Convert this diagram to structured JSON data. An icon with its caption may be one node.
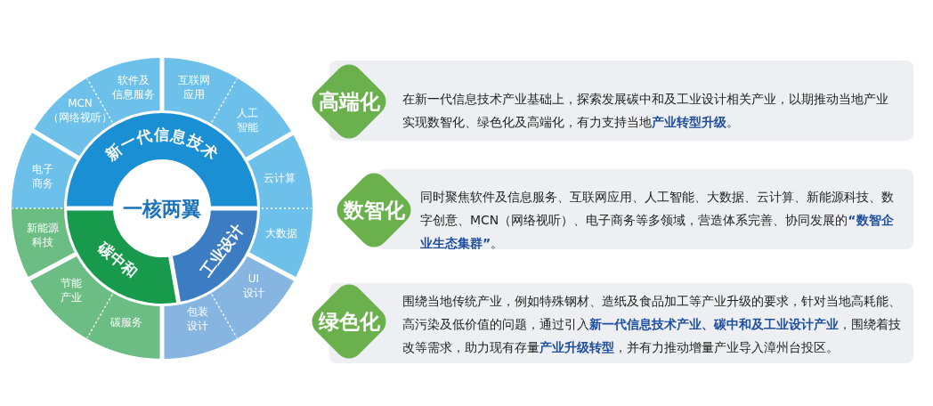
{
  "diagram": {
    "nodes": [
      {
        "text": [
          "一核两翼"
        ]
      },
      {
        "text": [
          "新一代信息技术"
        ]
      },
      {
        "text": [
          "工业设计"
        ]
      },
      {
        "text": [
          "碳中和"
        ]
      },
      {
        "text": [
          "软件及信息服务"
        ]
      },
      {
        "text": [
          "互联网应用"
        ]
      },
      {
        "text": [
          "人工智能"
        ]
      },
      {
        "text": [
          "云计算"
        ]
      },
      {
        "text": [
          "大数据"
        ]
      },
      {
        "text": [
          "UI设计"
        ]
      },
      {
        "text": [
          "包装设计"
        ]
      },
      {
        "text": [
          "碳服务"
        ]
      },
      {
        "text": [
          "节能产业"
        ]
      },
      {
        "text": [
          "新能源科技"
        ]
      },
      {
        "text": [
          "电子商务"
        ]
      },
      {
        "text": [
          "MCN（网络视听）"
        ]
      },
      {
        "text": [
          "高端化"
        ]
      },
      {
        "text": [
          "在新一代信息技术产业基础上，探索发展碳中和及工业设计相关产业，以期推动当地产业实现数智化、绿色化及高端化，有力支持当地**产业转型升级**。"
        ]
      },
      {
        "text": [
          "数智化"
        ]
      },
      {
        "text": [
          "同时聚焦软件及信息服务、互联网应用、人工智能、大数据、云计算、新能源科技、数字创意、MCN（网络视听）、电子商务等多领域，营造体系完善、协同发展的**“数智企业生态集群”**。"
        ]
      },
      {
        "text": [
          "绿色化"
        ]
      },
      {
        "text": [
          "围绕当地传统产业，例如特殊钢材、造纸及食品加工等产业升级的要求，针对当地高耗能、高污染及低价值的问题，通过引入**新一代信息技术产业、碳中和及工业设计产业**，围绕着技改等需求，助力现有存量**产业升级转型**，并有力推动增量产业导入漳州台投区。"
        ]
      }
    ],
    "edges": []
  }
}
